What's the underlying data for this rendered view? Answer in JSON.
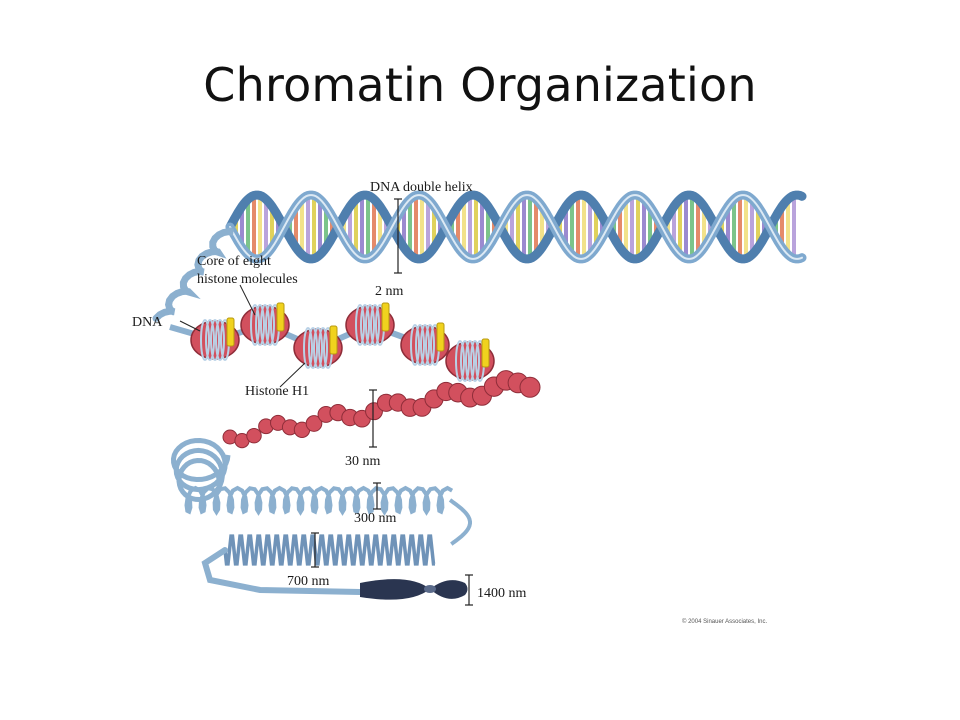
{
  "slide": {
    "title": "Chromatin Organization"
  },
  "figure": {
    "labels": {
      "dna_double_helix": "DNA double helix",
      "helix_width": "2 nm",
      "core_line1": "Core of eight",
      "core_line2": "histone molecules",
      "dna": "DNA",
      "histone_h1": "Histone H1",
      "fiber_30": "30 nm",
      "fiber_300": "300 nm",
      "fiber_700": "700 nm",
      "chromosome_1400": "1400 nm"
    },
    "copyright": "© 2004 Sinauer Associates, Inc.",
    "colors": {
      "helix_strand": "#7fa9cf",
      "helix_strand_dark": "#4f7fae",
      "histone_core": "#d2505e",
      "histone_h1": "#f0d21e",
      "fiber": "#8cb0cf",
      "chromosome": "#2a3550"
    }
  }
}
